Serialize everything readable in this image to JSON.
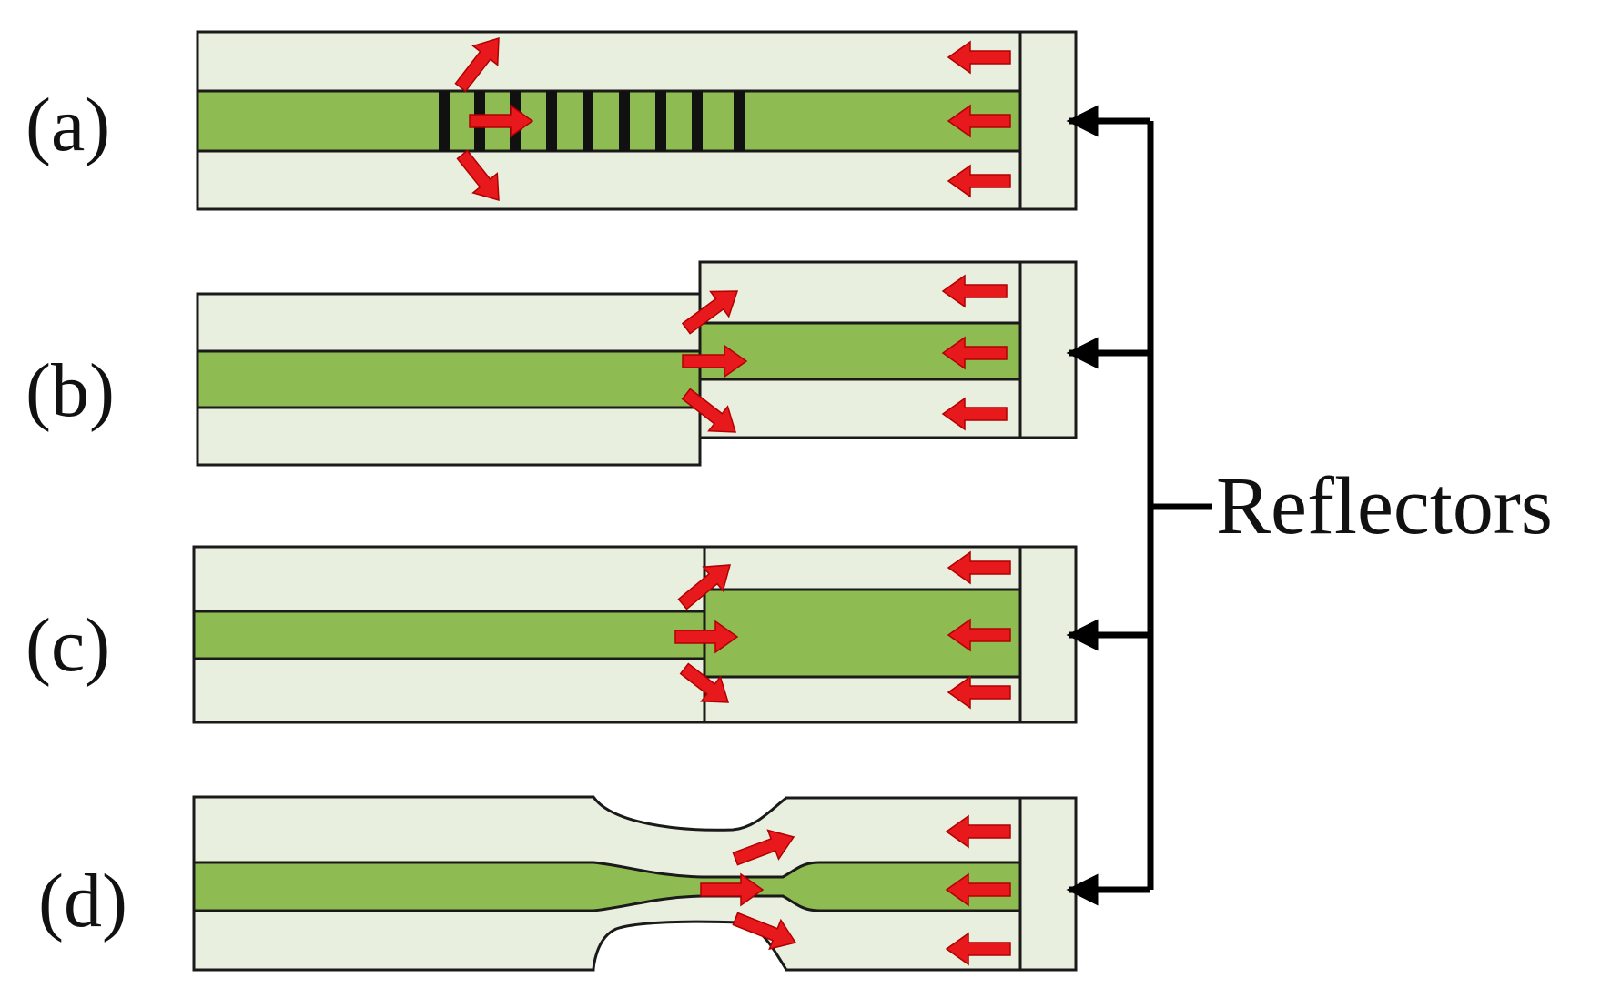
{
  "panels": [
    {
      "id": "a",
      "label": "(a)"
    },
    {
      "id": "b",
      "label": "(b)"
    },
    {
      "id": "c",
      "label": "(c)"
    },
    {
      "id": "d",
      "label": "(d)"
    }
  ],
  "callout": {
    "label": "Reflectors"
  },
  "colors": {
    "cladding": "#e9efdf",
    "core": "#8fbc52",
    "arrow": "#e8191c",
    "outline": "#1a1a1a",
    "leader": "#000000"
  }
}
